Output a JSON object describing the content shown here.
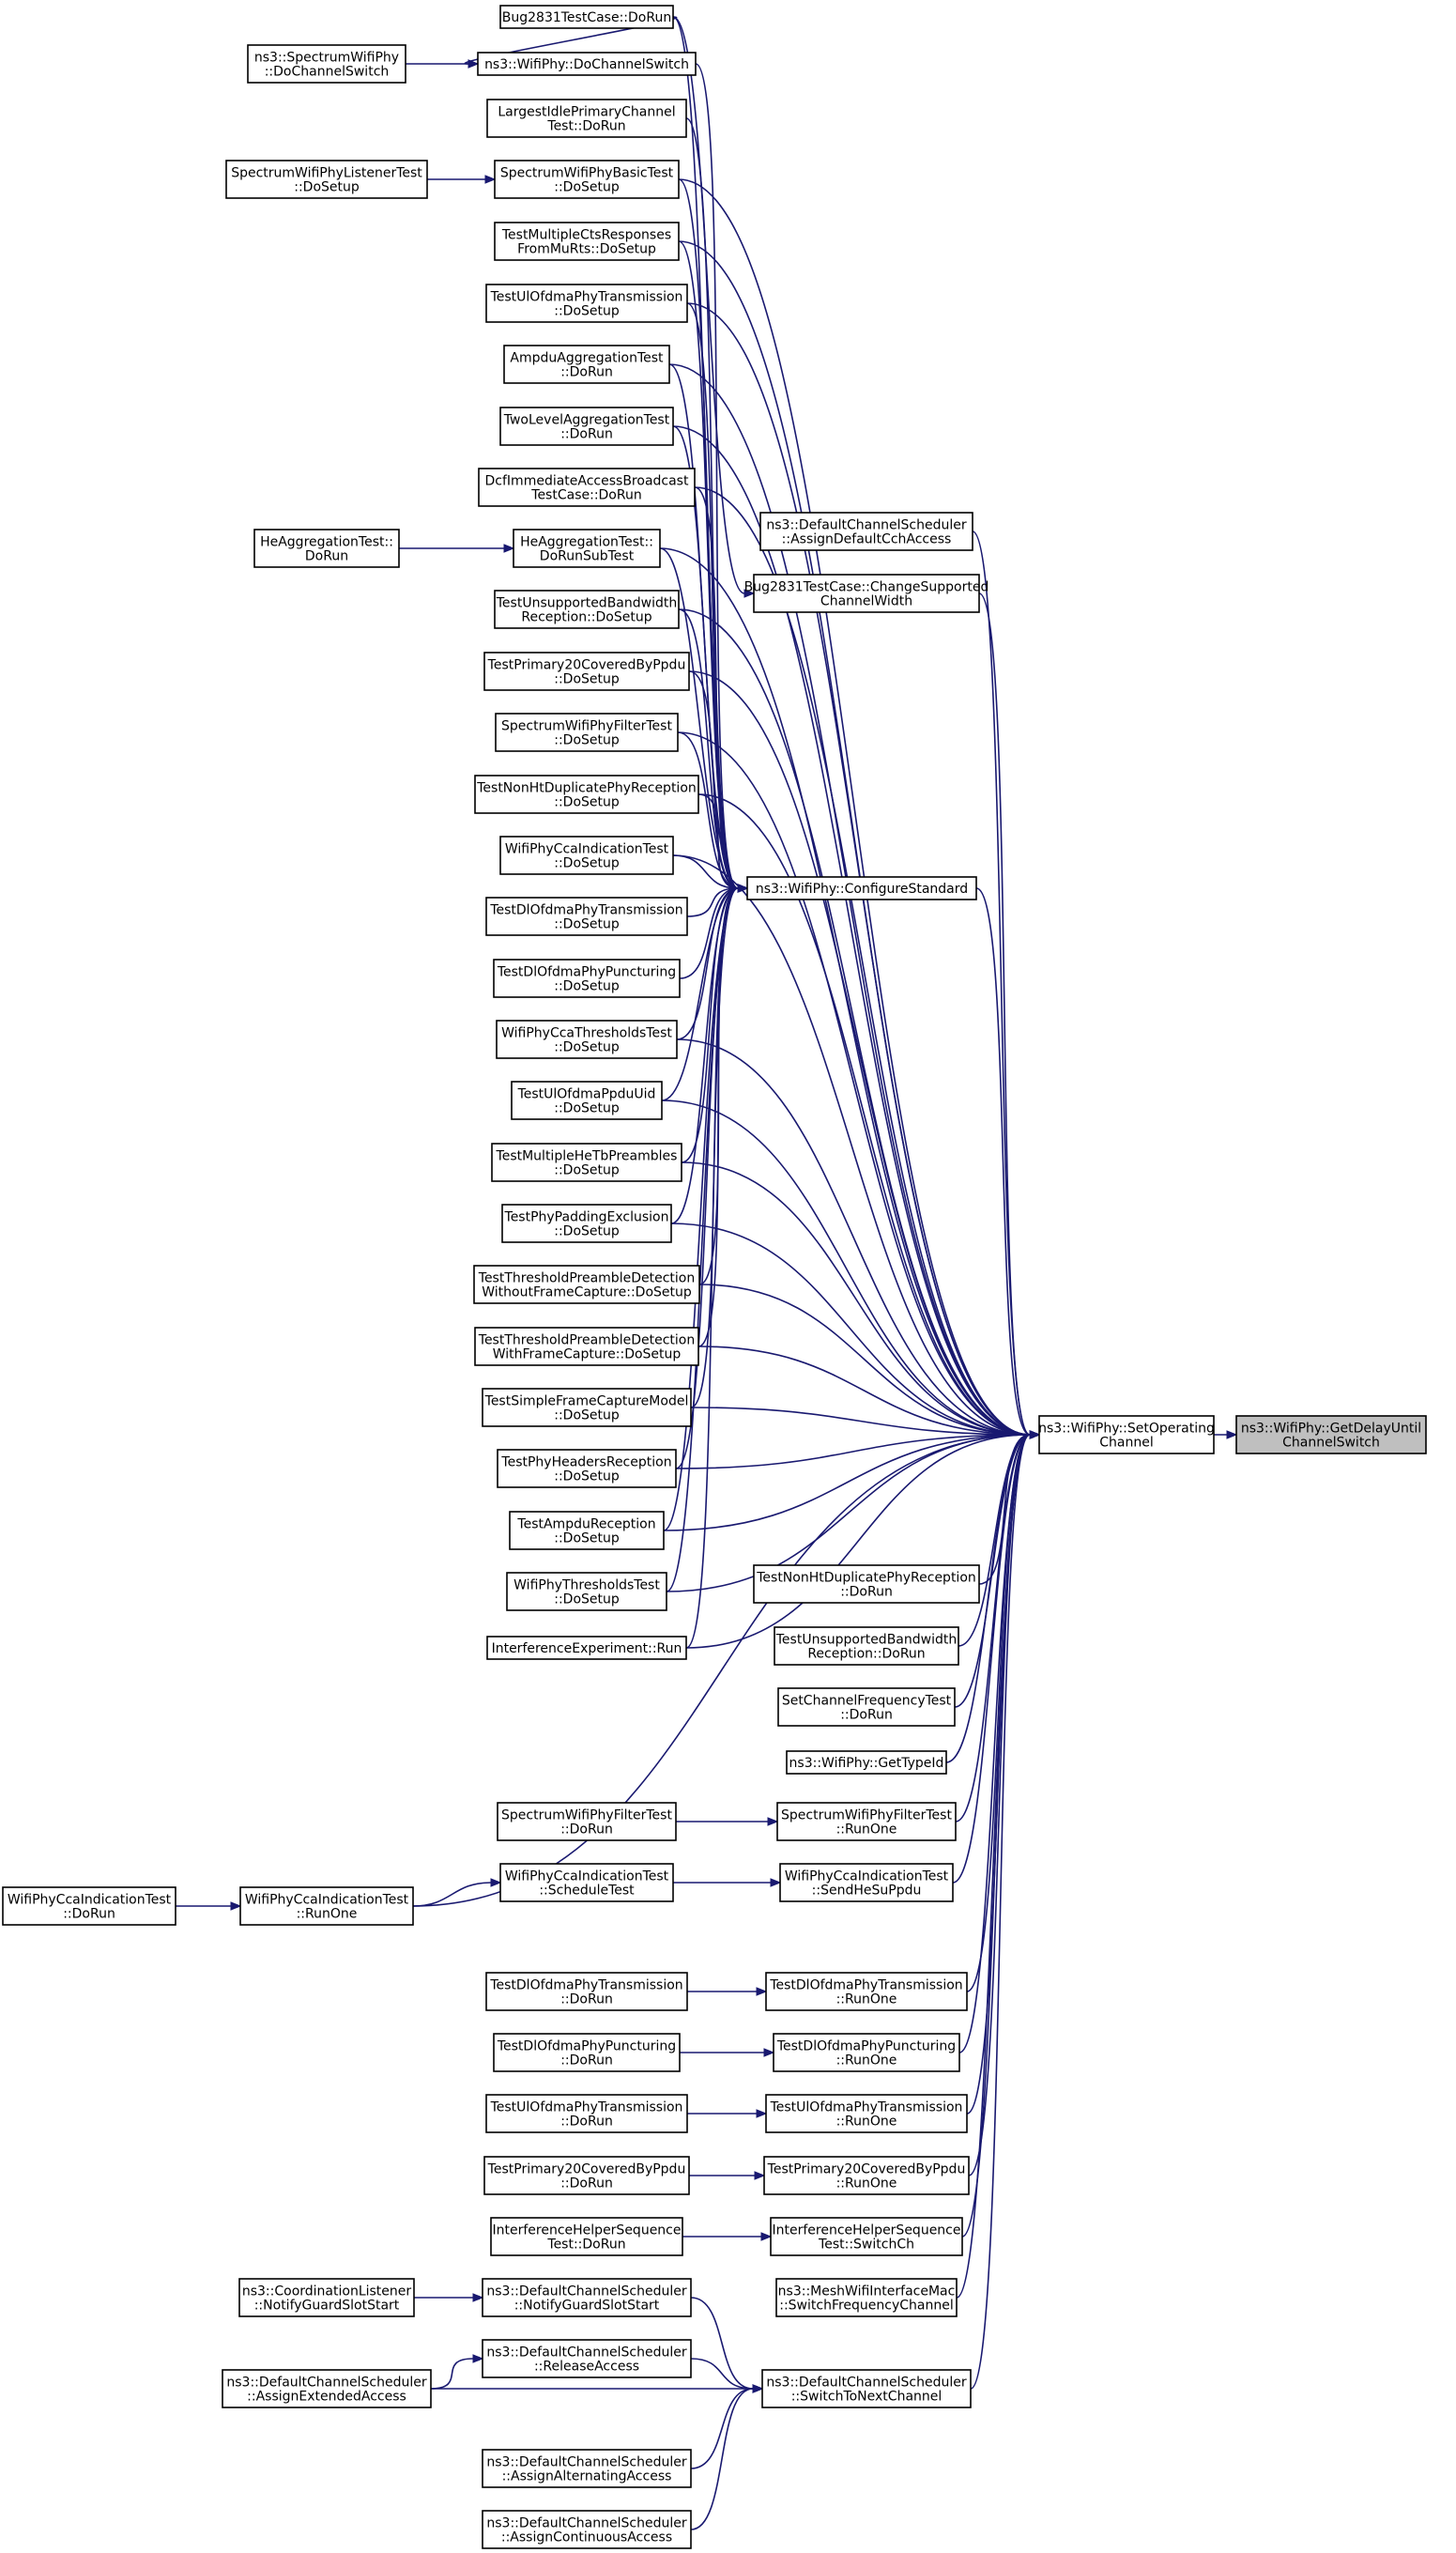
{
  "diagram": {
    "nodes": [
      {
        "id": "root",
        "lines": [
          "ns3::WifiPhy::GetDelayUntil",
          "ChannelSwitch"
        ],
        "highlight": true
      },
      {
        "id": "setop",
        "lines": [
          "ns3::WifiPhy::SetOperating",
          "Channel"
        ]
      },
      {
        "id": "cfgstd",
        "lines": [
          "ns3::WifiPhy::ConfigureStandard"
        ]
      },
      {
        "id": "dcs_assigncch",
        "lines": [
          "ns3::DefaultChannelScheduler",
          "::AssignDefaultCchAccess"
        ]
      },
      {
        "id": "bug_change",
        "lines": [
          "Bug2831TestCase::ChangeSupported",
          "ChannelWidth"
        ]
      },
      {
        "id": "wp_dochsw",
        "lines": [
          "ns3::WifiPhy::DoChannelSwitch"
        ]
      },
      {
        "id": "swp_dochsw",
        "lines": [
          "ns3::SpectrumWifiPhy",
          "::DoChannelSwitch"
        ]
      },
      {
        "id": "bug_dorun",
        "lines": [
          "Bug2831TestCase::DoRun"
        ]
      },
      {
        "id": "lipc",
        "lines": [
          "LargestIdlePrimaryChannel",
          "Test::DoRun"
        ]
      },
      {
        "id": "swpbasic",
        "lines": [
          "SpectrumWifiPhyBasicTest",
          "::DoSetup"
        ]
      },
      {
        "id": "swplistener",
        "lines": [
          "SpectrumWifiPhyListenerTest",
          "::DoSetup"
        ]
      },
      {
        "id": "mcts",
        "lines": [
          "TestMultipleCtsResponses",
          "FromMuRts::DoSetup"
        ]
      },
      {
        "id": "ulofdma_tx_setup",
        "lines": [
          "TestUlOfdmaPhyTransmission",
          "::DoSetup"
        ]
      },
      {
        "id": "ampdu_agg",
        "lines": [
          "AmpduAggregationTest",
          "::DoRun"
        ]
      },
      {
        "id": "twolevel",
        "lines": [
          "TwoLevelAggregationTest",
          "::DoRun"
        ]
      },
      {
        "id": "dcf_imm",
        "lines": [
          "DcfImmediateAccessBroadcast",
          "TestCase::DoRun"
        ]
      },
      {
        "id": "heagg_sub",
        "lines": [
          "HeAggregationTest::",
          "DoRunSubTest"
        ]
      },
      {
        "id": "heagg",
        "lines": [
          "HeAggregationTest::",
          "DoRun"
        ]
      },
      {
        "id": "unsup_bw_setup",
        "lines": [
          "TestUnsupportedBandwidth",
          "Reception::DoSetup"
        ]
      },
      {
        "id": "p20_setup",
        "lines": [
          "TestPrimary20CoveredByPpdu",
          "::DoSetup"
        ]
      },
      {
        "id": "swpfilter_setup",
        "lines": [
          "SpectrumWifiPhyFilterTest",
          "::DoSetup"
        ]
      },
      {
        "id": "nonht_setup",
        "lines": [
          "TestNonHtDuplicatePhyReception",
          "::DoSetup"
        ]
      },
      {
        "id": "cca_ind_setup",
        "lines": [
          "WifiPhyCcaIndicationTest",
          "::DoSetup"
        ]
      },
      {
        "id": "dlofdma_tx_setup",
        "lines": [
          "TestDlOfdmaPhyTransmission",
          "::DoSetup"
        ]
      },
      {
        "id": "dlofdma_punct_setup",
        "lines": [
          "TestDlOfdmaPhyPuncturing",
          "::DoSetup"
        ]
      },
      {
        "id": "cca_thr_setup",
        "lines": [
          "WifiPhyCcaThresholdsTest",
          "::DoSetup"
        ]
      },
      {
        "id": "ulppdu_uid",
        "lines": [
          "TestUlOfdmaPpduUid",
          "::DoSetup"
        ]
      },
      {
        "id": "multi_hetb",
        "lines": [
          "TestMultipleHeTbPreambles",
          "::DoSetup"
        ]
      },
      {
        "id": "phy_padding",
        "lines": [
          "TestPhyPaddingExclusion",
          "::DoSetup"
        ]
      },
      {
        "id": "thr_pd_wo",
        "lines": [
          "TestThresholdPreambleDetection",
          "WithoutFrameCapture::DoSetup"
        ]
      },
      {
        "id": "thr_pd_w",
        "lines": [
          "TestThresholdPreambleDetection",
          "WithFrameCapture::DoSetup"
        ]
      },
      {
        "id": "simple_fc",
        "lines": [
          "TestSimpleFrameCaptureModel",
          "::DoSetup"
        ]
      },
      {
        "id": "phy_hdr",
        "lines": [
          "TestPhyHeadersReception",
          "::DoSetup"
        ]
      },
      {
        "id": "ampdu_rx",
        "lines": [
          "TestAmpduReception",
          "::DoSetup"
        ]
      },
      {
        "id": "wp_thr",
        "lines": [
          "WifiPhyThresholdsTest",
          "::DoSetup"
        ]
      },
      {
        "id": "interf_exp",
        "lines": [
          "InterferenceExperiment::Run"
        ]
      },
      {
        "id": "nonht_dorun",
        "lines": [
          "TestNonHtDuplicatePhyReception",
          "::DoRun"
        ]
      },
      {
        "id": "unsup_bw_dorun",
        "lines": [
          "TestUnsupportedBandwidth",
          "Reception::DoRun"
        ]
      },
      {
        "id": "setchfreq",
        "lines": [
          "SetChannelFrequencyTest",
          "::DoRun"
        ]
      },
      {
        "id": "gettypeid",
        "lines": [
          "ns3::WifiPhy::GetTypeId"
        ]
      },
      {
        "id": "swpfilter_dorun",
        "lines": [
          "SpectrumWifiPhyFilterTest",
          "::DoRun"
        ]
      },
      {
        "id": "swpfilter_runone",
        "lines": [
          "SpectrumWifiPhyFilterTest",
          "::RunOne"
        ]
      },
      {
        "id": "cca_ind_sched",
        "lines": [
          "WifiPhyCcaIndicationTest",
          "::ScheduleTest"
        ]
      },
      {
        "id": "cca_ind_sendhe",
        "lines": [
          "WifiPhyCcaIndicationTest",
          "::SendHeSuPpdu"
        ]
      },
      {
        "id": "cca_ind_runone",
        "lines": [
          "WifiPhyCcaIndicationTest",
          "::RunOne"
        ]
      },
      {
        "id": "cca_ind_dorun",
        "lines": [
          "WifiPhyCcaIndicationTest",
          "::DoRun"
        ]
      },
      {
        "id": "dlofdma_tx_dorun",
        "lines": [
          "TestDlOfdmaPhyTransmission",
          "::DoRun"
        ]
      },
      {
        "id": "dlofdma_tx_runone",
        "lines": [
          "TestDlOfdmaPhyTransmission",
          "::RunOne"
        ]
      },
      {
        "id": "dlofdma_punct_dorun",
        "lines": [
          "TestDlOfdmaPhyPuncturing",
          "::DoRun"
        ]
      },
      {
        "id": "dlofdma_punct_runone",
        "lines": [
          "TestDlOfdmaPhyPuncturing",
          "::RunOne"
        ]
      },
      {
        "id": "ulofdma_tx_dorun",
        "lines": [
          "TestUlOfdmaPhyTransmission",
          "::DoRun"
        ]
      },
      {
        "id": "ulofdma_tx_runone",
        "lines": [
          "TestUlOfdmaPhyTransmission",
          "::RunOne"
        ]
      },
      {
        "id": "p20_dorun",
        "lines": [
          "TestPrimary20CoveredByPpdu",
          "::DoRun"
        ]
      },
      {
        "id": "p20_runone",
        "lines": [
          "TestPrimary20CoveredByPpdu",
          "::RunOne"
        ]
      },
      {
        "id": "ihs_dorun",
        "lines": [
          "InterferenceHelperSequence",
          "Test::DoRun"
        ]
      },
      {
        "id": "ihs_switch",
        "lines": [
          "InterferenceHelperSequence",
          "Test::SwitchCh"
        ]
      },
      {
        "id": "mesh_switch",
        "lines": [
          "ns3::MeshWifiInterfaceMac",
          "::SwitchFrequencyChannel"
        ]
      },
      {
        "id": "coord_notify",
        "lines": [
          "ns3::CoordinationListener",
          "::NotifyGuardSlotStart"
        ]
      },
      {
        "id": "dcs_notify",
        "lines": [
          "ns3::DefaultChannelScheduler",
          "::NotifyGuardSlotStart"
        ]
      },
      {
        "id": "dcs_release",
        "lines": [
          "ns3::DefaultChannelScheduler",
          "::ReleaseAccess"
        ]
      },
      {
        "id": "dcs_assignext",
        "lines": [
          "ns3::DefaultChannelScheduler",
          "::AssignExtendedAccess"
        ]
      },
      {
        "id": "dcs_switchnext",
        "lines": [
          "ns3::DefaultChannelScheduler",
          "::SwitchToNextChannel"
        ]
      },
      {
        "id": "dcs_assignalt",
        "lines": [
          "ns3::DefaultChannelScheduler",
          "::AssignAlternatingAccess"
        ]
      },
      {
        "id": "dcs_assigncont",
        "lines": [
          "ns3::DefaultChannelScheduler",
          "::AssignContinuousAccess"
        ]
      }
    ],
    "edges": [
      [
        "setop",
        "root"
      ],
      [
        "cfgstd",
        "setop"
      ],
      [
        "dcs_assigncch",
        "setop"
      ],
      [
        "bug_change",
        "setop"
      ],
      [
        "swp_dochsw",
        "wp_dochsw"
      ],
      [
        "bug_dorun",
        "wp_dochsw"
      ],
      [
        "wp_dochsw",
        "cfgstd"
      ],
      [
        "bug_dorun",
        "cfgstd"
      ],
      [
        "bug_dorun",
        "bug_change"
      ],
      [
        "lipc",
        "cfgstd"
      ],
      [
        "swplistener",
        "swpbasic"
      ],
      [
        "swpbasic",
        "cfgstd"
      ],
      [
        "mcts",
        "cfgstd"
      ],
      [
        "ulofdma_tx_setup",
        "cfgstd"
      ],
      [
        "ampdu_agg",
        "cfgstd"
      ],
      [
        "twolevel",
        "cfgstd"
      ],
      [
        "dcf_imm",
        "cfgstd"
      ],
      [
        "heagg",
        "heagg_sub"
      ],
      [
        "heagg_sub",
        "cfgstd"
      ],
      [
        "unsup_bw_setup",
        "cfgstd"
      ],
      [
        "p20_setup",
        "cfgstd"
      ],
      [
        "swpfilter_setup",
        "cfgstd"
      ],
      [
        "nonht_setup",
        "cfgstd"
      ],
      [
        "cca_ind_setup",
        "cfgstd"
      ],
      [
        "dlofdma_tx_setup",
        "cfgstd"
      ],
      [
        "dlofdma_punct_setup",
        "cfgstd"
      ],
      [
        "cca_thr_setup",
        "cfgstd"
      ],
      [
        "ulppdu_uid",
        "cfgstd"
      ],
      [
        "multi_hetb",
        "cfgstd"
      ],
      [
        "phy_padding",
        "cfgstd"
      ],
      [
        "thr_pd_wo",
        "cfgstd"
      ],
      [
        "thr_pd_w",
        "cfgstd"
      ],
      [
        "simple_fc",
        "cfgstd"
      ],
      [
        "phy_hdr",
        "cfgstd"
      ],
      [
        "ampdu_rx",
        "cfgstd"
      ],
      [
        "wp_thr",
        "cfgstd"
      ],
      [
        "interf_exp",
        "cfgstd"
      ],
      [
        "swpbasic",
        "setop"
      ],
      [
        "mcts",
        "setop"
      ],
      [
        "ulofdma_tx_setup",
        "setop"
      ],
      [
        "ampdu_agg",
        "setop"
      ],
      [
        "twolevel",
        "setop"
      ],
      [
        "dcf_imm",
        "setop"
      ],
      [
        "heagg_sub",
        "setop"
      ],
      [
        "unsup_bw_setup",
        "setop"
      ],
      [
        "p20_setup",
        "setop"
      ],
      [
        "swpfilter_setup",
        "setop"
      ],
      [
        "nonht_setup",
        "setop"
      ],
      [
        "cca_ind_setup",
        "setop"
      ],
      [
        "cca_thr_setup",
        "setop"
      ],
      [
        "ulppdu_uid",
        "setop"
      ],
      [
        "multi_hetb",
        "setop"
      ],
      [
        "phy_padding",
        "setop"
      ],
      [
        "thr_pd_wo",
        "setop"
      ],
      [
        "thr_pd_w",
        "setop"
      ],
      [
        "simple_fc",
        "setop"
      ],
      [
        "phy_hdr",
        "setop"
      ],
      [
        "ampdu_rx",
        "setop"
      ],
      [
        "wp_thr",
        "setop"
      ],
      [
        "interf_exp",
        "setop"
      ],
      [
        "nonht_dorun",
        "setop"
      ],
      [
        "unsup_bw_dorun",
        "setop"
      ],
      [
        "setchfreq",
        "setop"
      ],
      [
        "gettypeid",
        "setop"
      ],
      [
        "swpfilter_dorun",
        "swpfilter_runone"
      ],
      [
        "swpfilter_runone",
        "setop"
      ],
      [
        "cca_ind_sched",
        "cca_ind_sendhe"
      ],
      [
        "cca_ind_sendhe",
        "setop"
      ],
      [
        "cca_ind_runone",
        "cca_ind_sched"
      ],
      [
        "cca_ind_runone",
        "setop"
      ],
      [
        "cca_ind_dorun",
        "cca_ind_runone"
      ],
      [
        "dlofdma_tx_dorun",
        "dlofdma_tx_runone"
      ],
      [
        "dlofdma_tx_runone",
        "setop"
      ],
      [
        "dlofdma_punct_dorun",
        "dlofdma_punct_runone"
      ],
      [
        "dlofdma_punct_runone",
        "setop"
      ],
      [
        "ulofdma_tx_dorun",
        "ulofdma_tx_runone"
      ],
      [
        "ulofdma_tx_runone",
        "setop"
      ],
      [
        "p20_dorun",
        "p20_runone"
      ],
      [
        "p20_runone",
        "setop"
      ],
      [
        "ihs_dorun",
        "ihs_switch"
      ],
      [
        "ihs_switch",
        "setop"
      ],
      [
        "mesh_switch",
        "setop"
      ],
      [
        "coord_notify",
        "dcs_notify"
      ],
      [
        "dcs_notify",
        "dcs_switchnext"
      ],
      [
        "dcs_assignext",
        "dcs_release"
      ],
      [
        "dcs_release",
        "dcs_switchnext"
      ],
      [
        "dcs_assignext",
        "dcs_switchnext"
      ],
      [
        "dcs_assignalt",
        "dcs_switchnext"
      ],
      [
        "dcs_assigncont",
        "dcs_switchnext"
      ],
      [
        "dcs_switchnext",
        "setop"
      ]
    ]
  }
}
